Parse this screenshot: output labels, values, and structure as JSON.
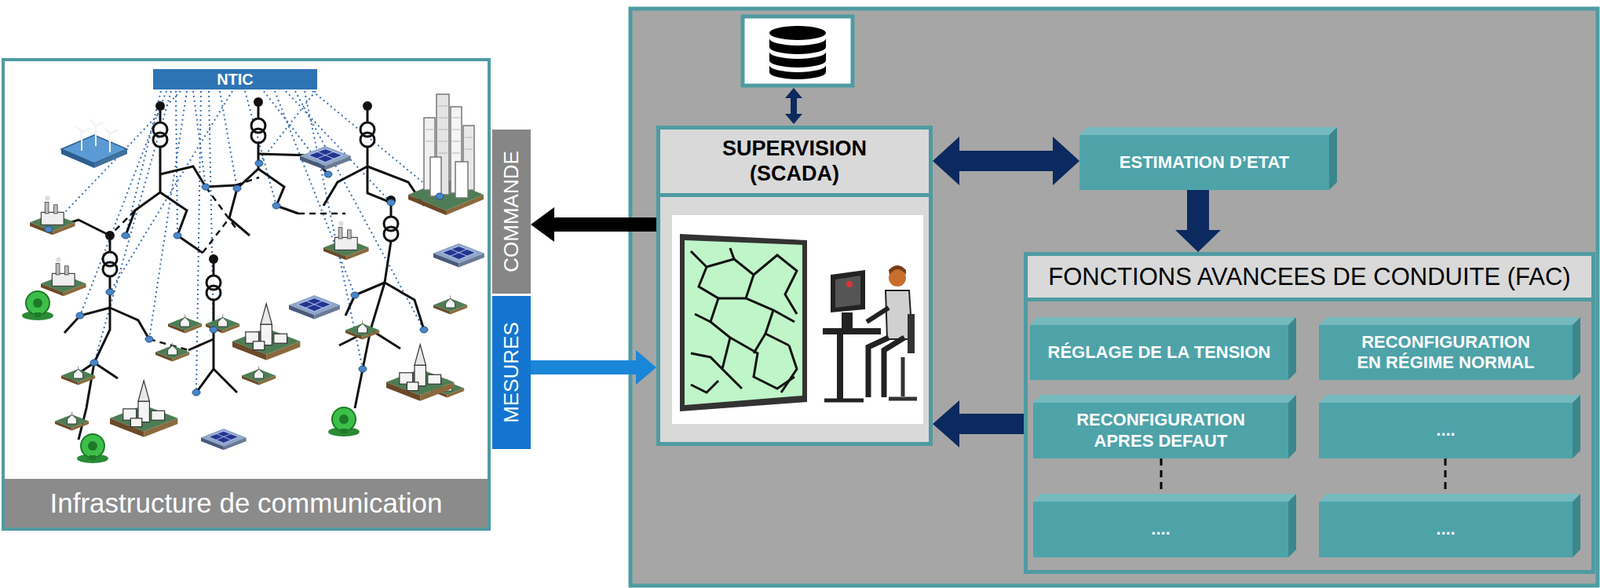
{
  "diagram": {
    "nodes": [
      {
        "text": [
          "Infrastructure de communication"
        ]
      },
      {
        "text": [
          "NTIC"
        ],
        "in": 0
      },
      {
        "text": [
          "COMMANDE"
        ]
      },
      {
        "text": [
          "MESURES"
        ]
      },
      {
        "text": [
          "SUPERVISION (SCADA)"
        ]
      },
      {
        "text": [
          "ESTIMATION D’ETAT"
        ]
      },
      {
        "text": [
          "FONCTIONS AVANCEES DE CONDUITE (FAC)"
        ]
      },
      {
        "text": [
          "RÉGLAGE DE LA TENSION"
        ],
        "in": 6
      },
      {
        "text": [
          "RECONFIGURATION EN RÉGIME NORMAL"
        ],
        "in": 6
      },
      {
        "text": [
          "RECONFIGURATION APRES DEFAUT"
        ],
        "in": 6
      },
      {
        "text": [
          "...."
        ],
        "in": 6
      },
      {
        "text": [
          "...."
        ],
        "in": 6
      },
      {
        "text": [
          "...."
        ],
        "in": 6
      }
    ],
    "edges": [
      {
        "from": 4,
        "to": 2,
        "arrow": "to"
      },
      {
        "from": 3,
        "to": 4,
        "arrow": "to"
      },
      {
        "from": 4,
        "to": 5,
        "arrow": "both"
      },
      {
        "from": 5,
        "to": 6,
        "arrow": "to"
      },
      {
        "from": 6,
        "to": 4,
        "arrow": "to"
      },
      {
        "from": 9,
        "to": 11,
        "arrow": "none"
      },
      {
        "from": 10,
        "to": 12,
        "arrow": "none"
      }
    ]
  }
}
